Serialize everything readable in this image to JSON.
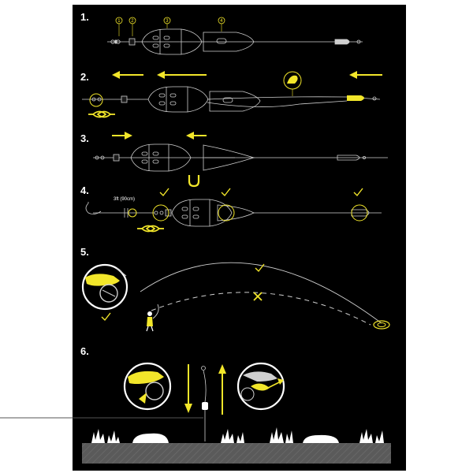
{
  "steps": [
    {
      "label": "1."
    },
    {
      "label": "2."
    },
    {
      "label": "3."
    },
    {
      "label": "4."
    },
    {
      "label": "5."
    },
    {
      "label": "6."
    }
  ],
  "component_numbers": [
    "1",
    "2",
    "3",
    "4"
  ],
  "distance_label": "3ft (90cm)",
  "colors": {
    "background": "#000000",
    "accent": "#f2e62a",
    "line": "#cfcfcf",
    "frame": "#ffffff",
    "ground": "#5a5a5a"
  },
  "icons": [
    "check-icon",
    "cross-icon",
    "arrow-left-icon",
    "arrow-right-icon",
    "arrow-up-icon",
    "arrow-down-icon",
    "magnet-icon",
    "knot-icon",
    "clip-icon"
  ]
}
